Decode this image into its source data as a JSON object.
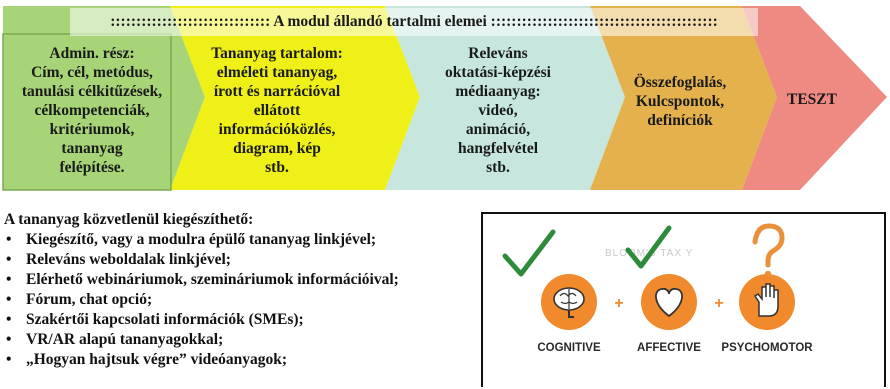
{
  "banner": "::::::::::::::::::::::::::::::: A modul állandó tartalmi elemei ::::::::::::::::::::::::::::::::::::::::::::",
  "stages": [
    {
      "lines": [
        "Admin. rész:",
        "Cím, cél, metódus,",
        "tanulási célkitűzések,",
        "célkompetenciák,",
        "kritériumok,",
        "tananyag",
        "felépítése."
      ],
      "color": "#a8d478"
    },
    {
      "lines": [
        "Tananyag tartalom:",
        "elméleti tananyag,",
        "írott és narrációval",
        "ellátott",
        "információközlés,",
        "diagram, kép",
        "stb."
      ],
      "color": "#eef018"
    },
    {
      "lines": [
        "Releváns",
        "oktatási-képzési",
        "médiaanyag:",
        "videó,",
        "animáció,",
        "hangfelvétel",
        "stb."
      ],
      "color": "#c6e6de"
    },
    {
      "lines": [
        "Összefoglalás,",
        "Kulcspontok,",
        "definíciók"
      ],
      "color": "#e4b14d"
    },
    {
      "lines": [
        "TESZT"
      ],
      "color": "#ef8a82"
    }
  ],
  "supplements": {
    "heading": "A tananyag közvetlenül kiegészíthető:",
    "items": [
      "Kiegészítő, vagy a modulra épülő tananyag linkjével;",
      "Releváns weboldalak linkjével;",
      "Elérhető webináriumok, szemináriumok információival;",
      "Fórum, chat opció;",
      "Szakértői kapcsolati információk (SMEs);",
      "VR/AR alapú tananyagokkal;",
      "„Hogyan hajtsuk végre” videóanyagok;"
    ]
  },
  "bloom": {
    "title": "BLOOM'S TAX   Y",
    "domains": [
      {
        "label": "COGNITIVE",
        "icon": "brain-icon",
        "status": "checked"
      },
      {
        "label": "AFFECTIVE",
        "icon": "heart-icon",
        "status": "checked"
      },
      {
        "label": "PSYCHOMOTOR",
        "icon": "hand-icon",
        "status": "question"
      }
    ],
    "plus": "+",
    "circle_color": "#f08a2c",
    "check_color": "#2e8b3a",
    "question_color": "#e8913a"
  }
}
